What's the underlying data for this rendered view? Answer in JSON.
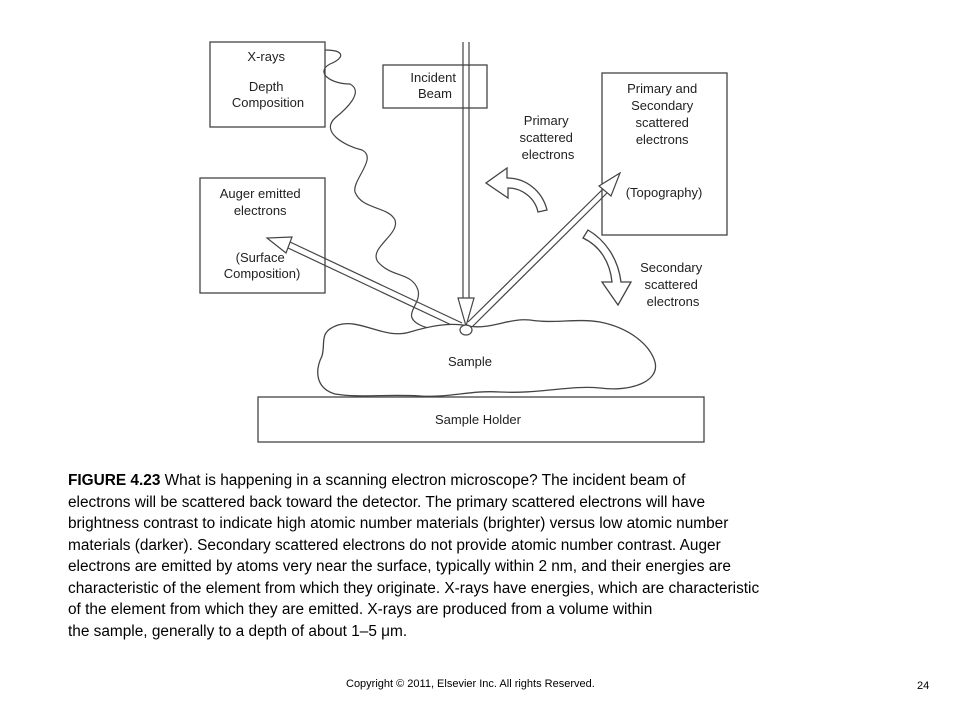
{
  "diagram": {
    "xrays_box": [
      "X-rays",
      "Depth",
      "Composition"
    ],
    "incident_box": [
      "Incident",
      "Beam"
    ],
    "primary_secondary_box": [
      "Primary and",
      "Secondary",
      "scattered",
      "electrons",
      "(Topography)"
    ],
    "auger_box": [
      "Auger emitted",
      "electrons",
      "(Surface",
      "Composition)"
    ],
    "primary_label": [
      "Primary",
      "scattered",
      "electrons"
    ],
    "secondary_label": [
      "Secondary",
      "scattered",
      "electrons"
    ],
    "sample_label": "Sample",
    "holder_label": "Sample Holder"
  },
  "caption": {
    "figure_ref": "FIGURE 4.23",
    "lines": [
      " What is happening in a scanning electron microscope? The incident beam of",
      "electrons will be scattered back toward the detector. The primary scattered electrons will have",
      "brightness contrast to indicate high atomic number materials (brighter) versus low atomic number",
      "materials (darker). Secondary scattered electrons do not provide atomic number contrast. Auger",
      "electrons are emitted by atoms very near the surface, typically within 2 nm, and their energies are",
      "characteristic of the element from which they originate. X-rays have energies, which are characteristic",
      "of the element from which they are emitted. X-rays are produced from a volume within",
      "the sample, generally to a depth of about 1–5 μm."
    ]
  },
  "footer": {
    "copyright": "Copyright © 2011,  Elsevier Inc. All rights Reserved.",
    "page_number": "24"
  }
}
